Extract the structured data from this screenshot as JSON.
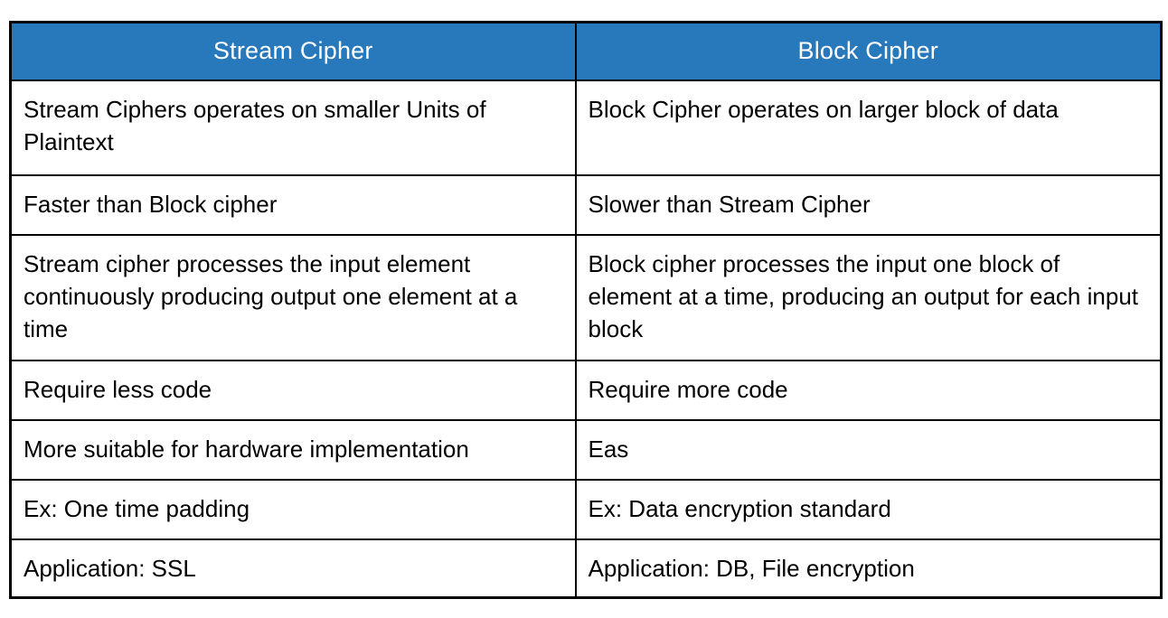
{
  "table": {
    "columns": [
      {
        "header": "Stream Cipher"
      },
      {
        "header": "Block Cipher"
      }
    ],
    "rows": [
      {
        "stream": "Stream Ciphers operates on smaller Units of Plaintext",
        "block": "Block Cipher operates on larger block of data"
      },
      {
        "stream": "Faster than Block cipher",
        "block": "Slower than Stream Cipher"
      },
      {
        "stream": "Stream cipher processes the input element continuously producing output one element at a time",
        "block": "Block cipher processes the input one block of element at a time, producing an output for each input block"
      },
      {
        "stream": "Require less code",
        "block": "Require more code"
      },
      {
        "stream": "More suitable for hardware implementation",
        "block": "Eas"
      },
      {
        "stream": "Ex: One time padding",
        "block": "Ex: Data encryption standard"
      },
      {
        "stream": "Application: SSL",
        "block": "Application: DB, File encryption"
      }
    ],
    "colors": {
      "header_bg": "#2878BC",
      "header_text": "#FFFFFF",
      "border": "#000000",
      "cell_bg": "#FFFFFF",
      "cell_text": "#000000",
      "page_bg": "#FFFFFF"
    }
  }
}
